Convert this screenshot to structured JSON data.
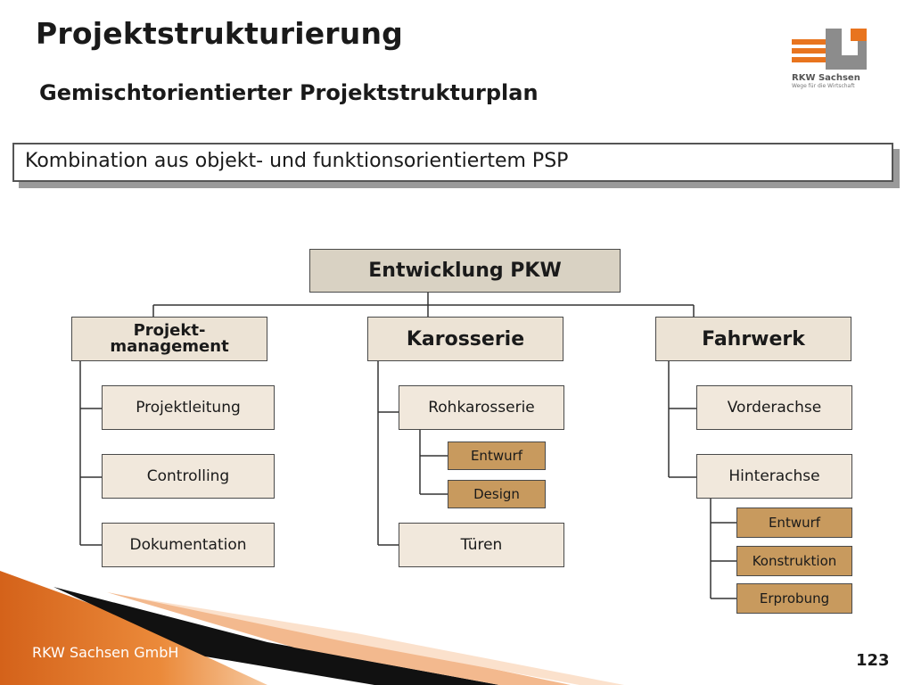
{
  "header": {
    "title": "Projektstrukturierung",
    "subtitle": "Gemischtorientierter Projektstrukturplan"
  },
  "logo": {
    "name": "RKW Sachsen",
    "tagline": "Wege für die Wirtschaft"
  },
  "banner": {
    "text": "Kombination aus objekt- und funktionsorientiertem PSP"
  },
  "tree": {
    "root": "Entwicklung PKW",
    "branches": [
      {
        "label": "Projekt-\nmanagement",
        "children": [
          {
            "label": "Projektleitung",
            "children": []
          },
          {
            "label": "Controlling",
            "children": []
          },
          {
            "label": "Dokumentation",
            "children": []
          }
        ]
      },
      {
        "label": "Karosserie",
        "children": [
          {
            "label": "Rohkarosserie",
            "children": [
              "Entwurf",
              "Design"
            ]
          },
          {
            "label": "Türen",
            "children": []
          }
        ]
      },
      {
        "label": "Fahrwerk",
        "children": [
          {
            "label": "Vorderachse",
            "children": []
          },
          {
            "label": "Hinterachse",
            "children": [
              "Entwurf",
              "Konstruktion",
              "Erprobung"
            ]
          }
        ]
      }
    ]
  },
  "footer": {
    "company": "RKW Sachsen GmbH",
    "page": "123"
  },
  "colors": {
    "accent_orange": "#e8741e",
    "root_fill": "#d9d2c3",
    "level1_fill": "#ece3d5",
    "level2_fill": "#f1e8dc",
    "level3_fill": "#c89a5e"
  }
}
